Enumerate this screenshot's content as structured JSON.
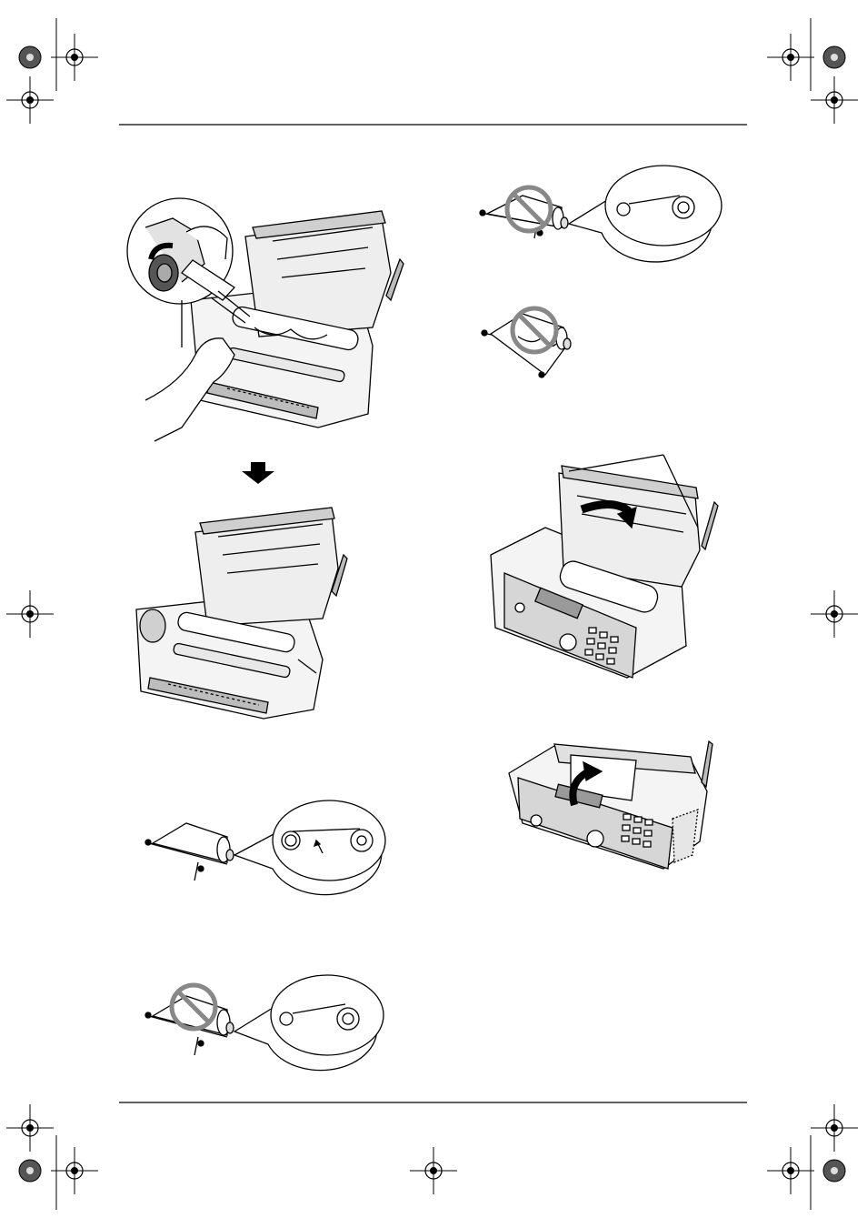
{
  "page": {
    "background": "#ffffff",
    "ink": "#000000"
  },
  "illustrations": {
    "step_left_top": {
      "depicts": "hand-rotating-gear-loading-ink-film",
      "callout_icon": "magnifier-callout-icon"
    },
    "step_arrow": {
      "depicts": "down-arrow-icon"
    },
    "step_left_middle": {
      "depicts": "ink-film-loaded-in-unit"
    },
    "film_correct": {
      "depicts": "ink-film-roll-correct-tension",
      "callout": "circle-callout-icon"
    },
    "film_wrong_slack": {
      "depicts": "ink-film-roll-incorrect",
      "prohibit": "prohibition-icon"
    },
    "film_wrong_top": {
      "depicts": "ink-film-roll-incorrect",
      "prohibit": "prohibition-icon"
    },
    "film_wrong_wrinkle": {
      "depicts": "ink-film-roll-wrinkled",
      "prohibit": "prohibition-icon"
    },
    "close_cover": {
      "depicts": "closing-front-cover"
    },
    "lift_cover": {
      "depicts": "lifting-cover-to-close"
    }
  }
}
